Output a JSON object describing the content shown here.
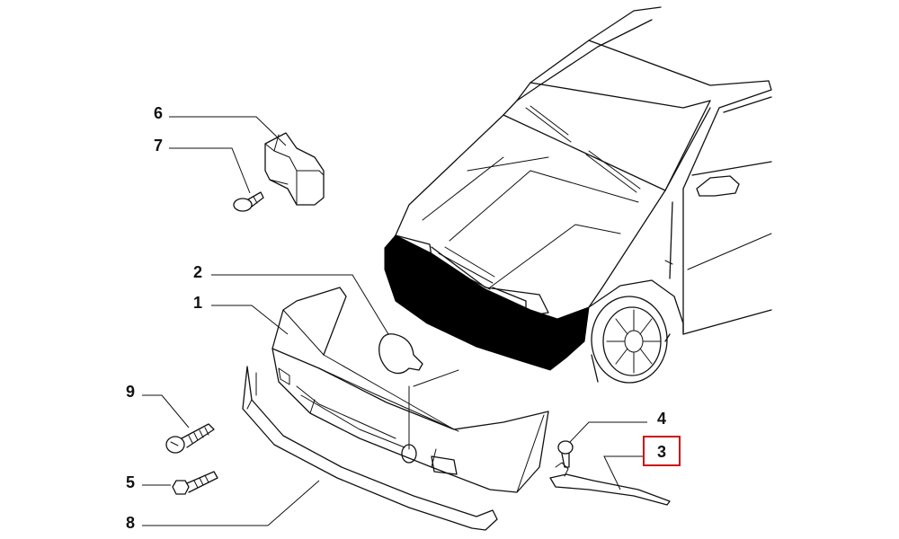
{
  "parts": [
    {
      "id": "callout-1",
      "number": "1"
    },
    {
      "id": "callout-2",
      "number": "2"
    },
    {
      "id": "callout-3",
      "number": "3"
    },
    {
      "id": "callout-4",
      "number": "4"
    },
    {
      "id": "callout-5",
      "number": "5"
    },
    {
      "id": "callout-6",
      "number": "6"
    },
    {
      "id": "callout-7",
      "number": "7"
    },
    {
      "id": "callout-8",
      "number": "8"
    },
    {
      "id": "callout-9",
      "number": "9"
    }
  ],
  "highlight": {
    "part": "3",
    "color": "#cc1111"
  }
}
